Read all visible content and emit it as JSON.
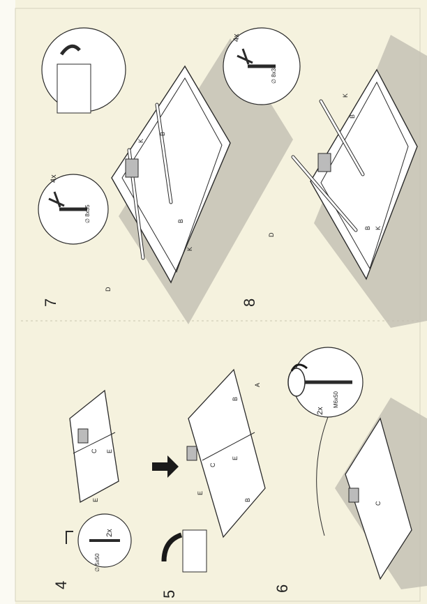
{
  "page": {
    "background": "#f5f2de",
    "ink": "#2a2a2a",
    "shadow": "#b9b6ab"
  },
  "steps": {
    "s4": "4",
    "s5": "5",
    "s6": "6",
    "s7": "7",
    "s8": "8"
  },
  "labels": {
    "qty_2x_a": "2x",
    "qty_2x_b": "2x",
    "qty_4x_a": "4x",
    "qty_4x_b": "4x",
    "screw_5x50": "∅ 5x50",
    "bolt_m6x50": "M6x50",
    "dowel_8x35_a": "∅ 8x35",
    "dowel_8x35_b": "∅ 8x35",
    "part_A": "A",
    "part_B1": "B",
    "part_B2": "B",
    "part_B3": "B",
    "part_B4": "B",
    "part_B5": "B",
    "part_B6": "B",
    "part_C1": "C",
    "part_C2": "C",
    "part_C3": "C",
    "part_D1": "D",
    "part_D2": "D",
    "part_E1": "E",
    "part_E2": "E",
    "part_E3": "E",
    "part_E4": "E",
    "part_K1": "K",
    "part_K2": "K",
    "part_K3": "K",
    "part_K4": "K"
  }
}
